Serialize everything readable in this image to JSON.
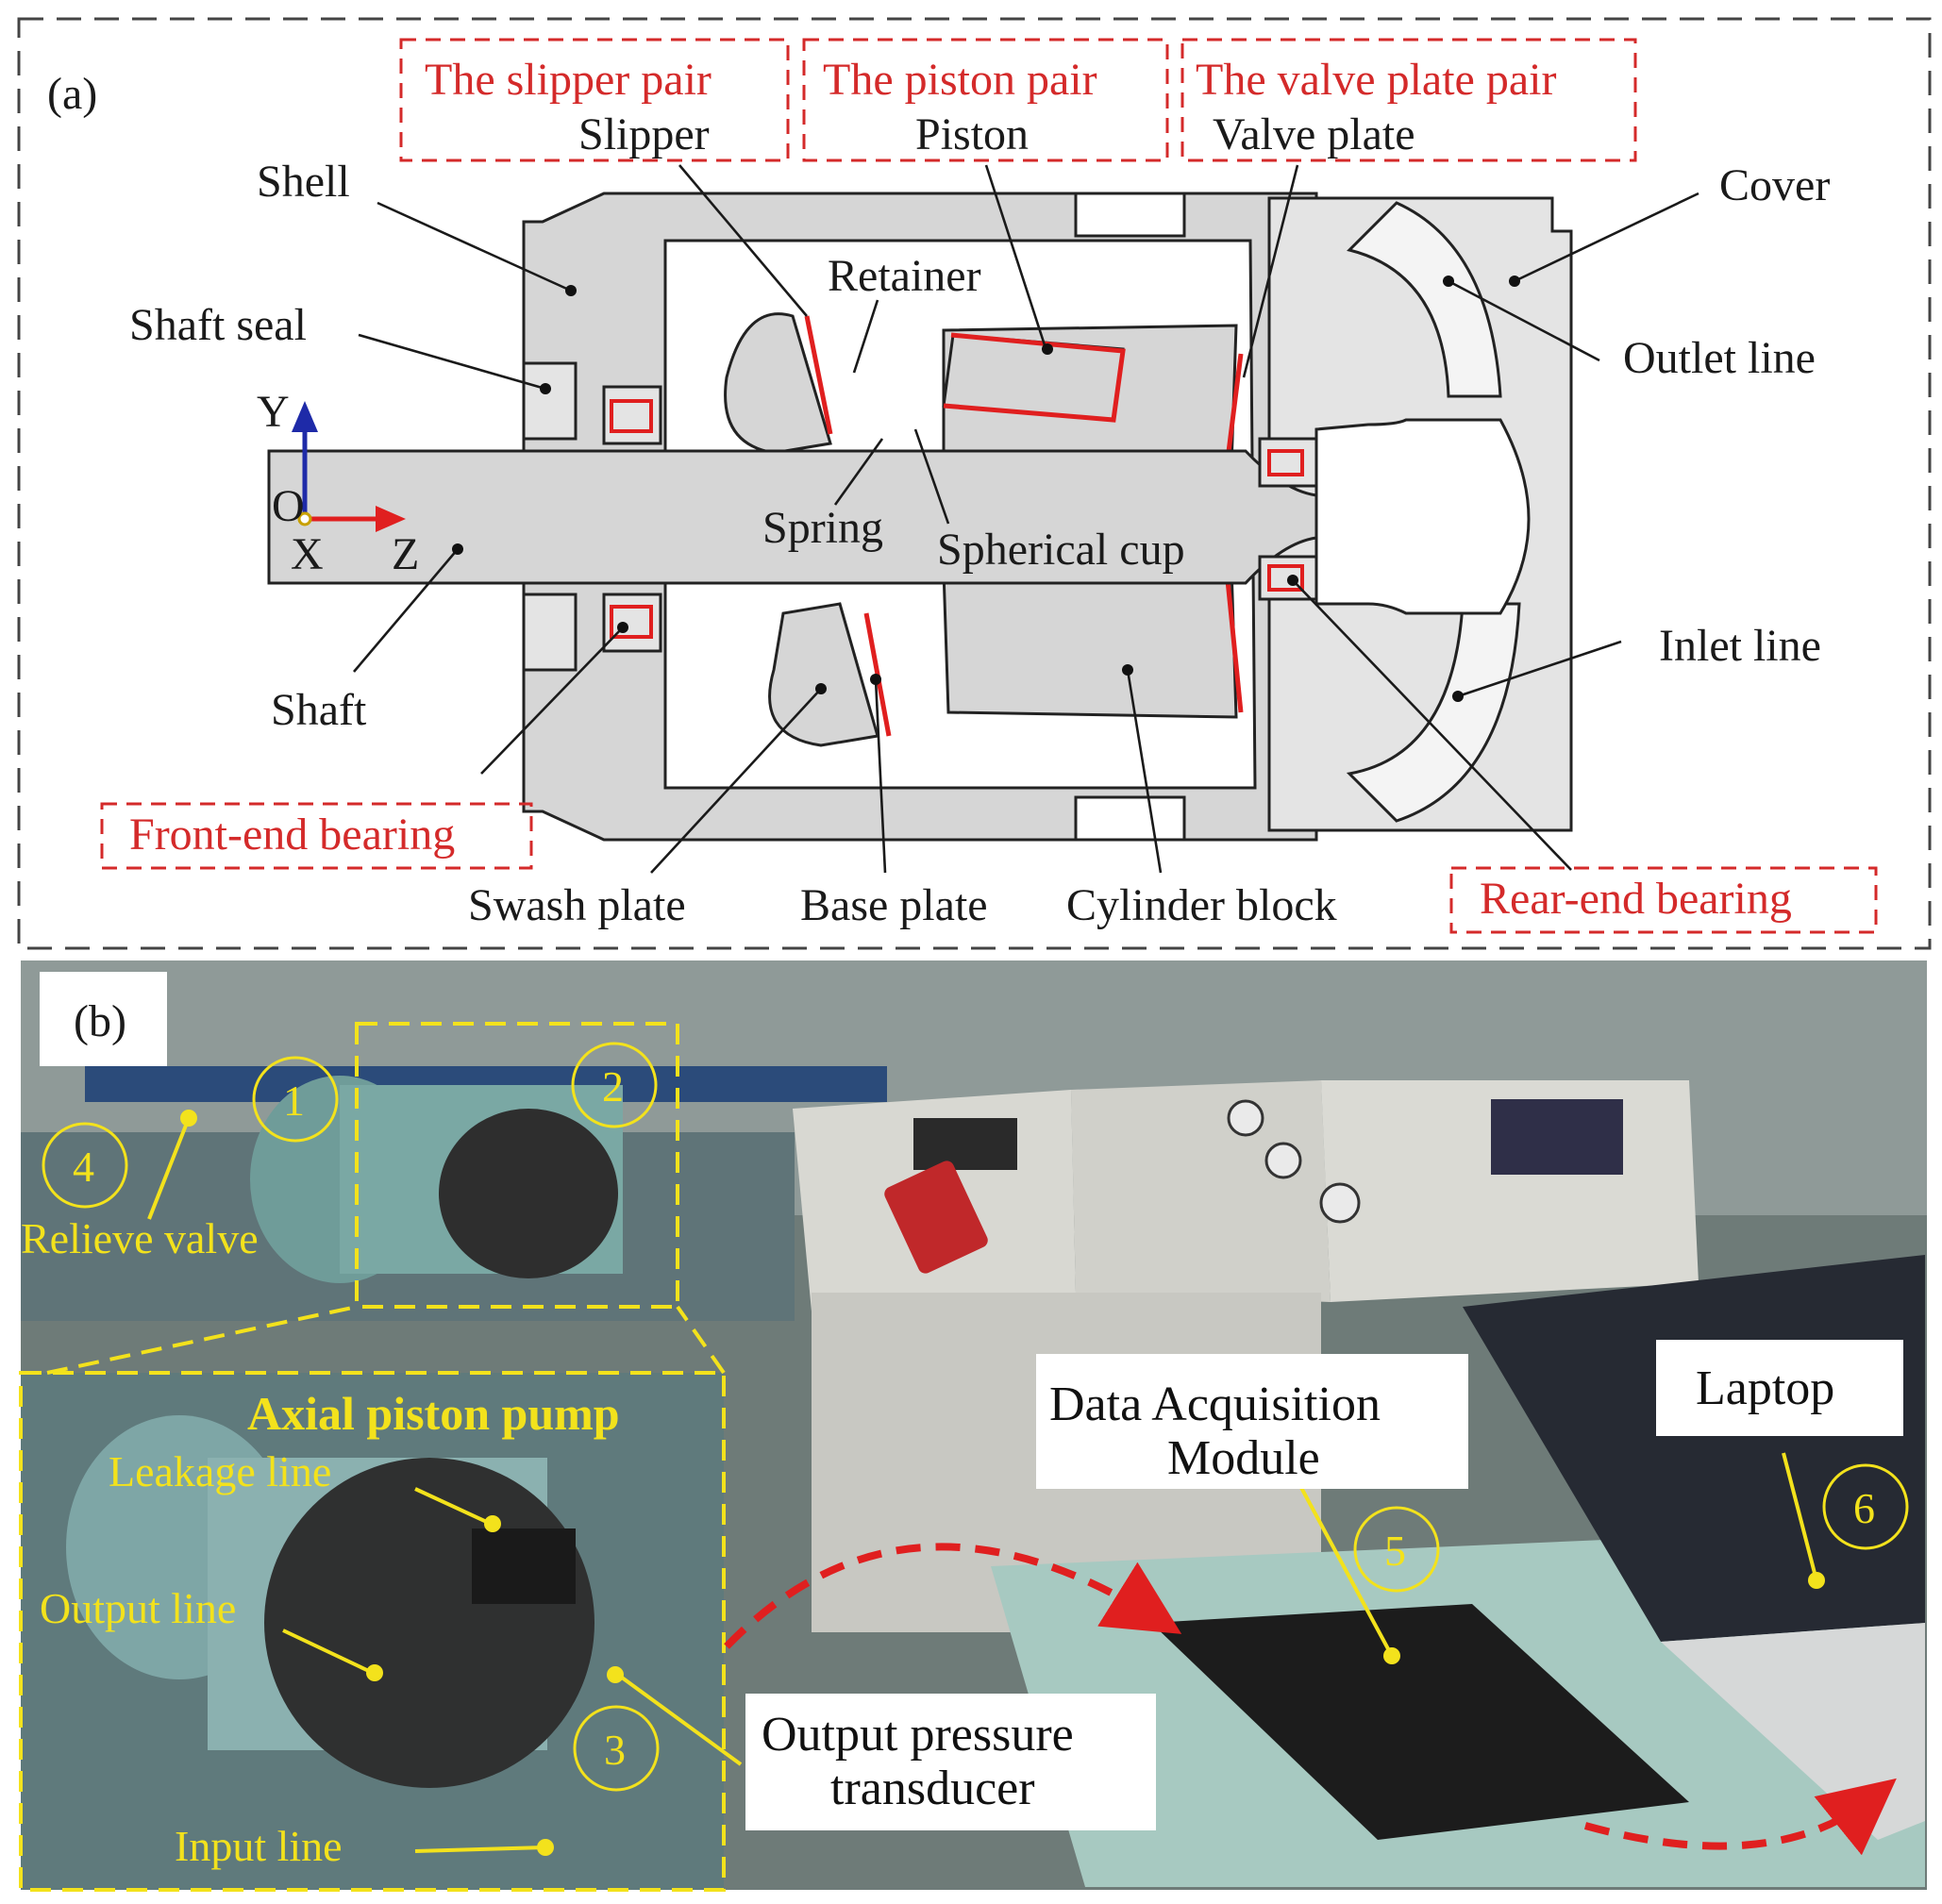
{
  "panel_a": {
    "tag": "(a)",
    "pairs": [
      "The slipper pair",
      "The piston pair",
      "The valve plate pair"
    ],
    "labels": {
      "slipper": "Slipper",
      "piston": "Piston",
      "valve_plate": "Valve plate",
      "shell": "Shell",
      "cover": "Cover",
      "retainer": "Retainer",
      "shaft_seal": "Shaft seal",
      "outlet_line": "Outlet line",
      "spring": "Spring",
      "spherical_cup": "Spherical cup",
      "inlet_line": "Inlet line",
      "shaft": "Shaft",
      "swash_plate": "Swash plate",
      "base_plate": "Base plate",
      "cylinder_block": "Cylinder block"
    },
    "bearings": {
      "front": "Front-end bearing",
      "rear": "Rear-end bearing"
    },
    "axes": {
      "y": "Y",
      "o": "O",
      "x": "X",
      "z": "Z"
    }
  },
  "panel_b": {
    "tag": "(b)",
    "numbers": [
      "1",
      "2",
      "3",
      "4",
      "5",
      "6"
    ],
    "labels": {
      "relieve_valve": "Relieve valve",
      "axial_piston_pump": "Axial piston pump",
      "leakage_line": "Leakage line",
      "output_line": "Output line",
      "input_line": "Input line",
      "daq_line1": "Data Acquisition",
      "daq_line2": "Module",
      "laptop": "Laptop",
      "opt_line1": "Output pressure",
      "opt_line2": "transducer"
    }
  },
  "colors": {
    "red": "#d42a2a",
    "yellow": "#f3e21c",
    "blue_arrow": "#1e2aa8"
  }
}
